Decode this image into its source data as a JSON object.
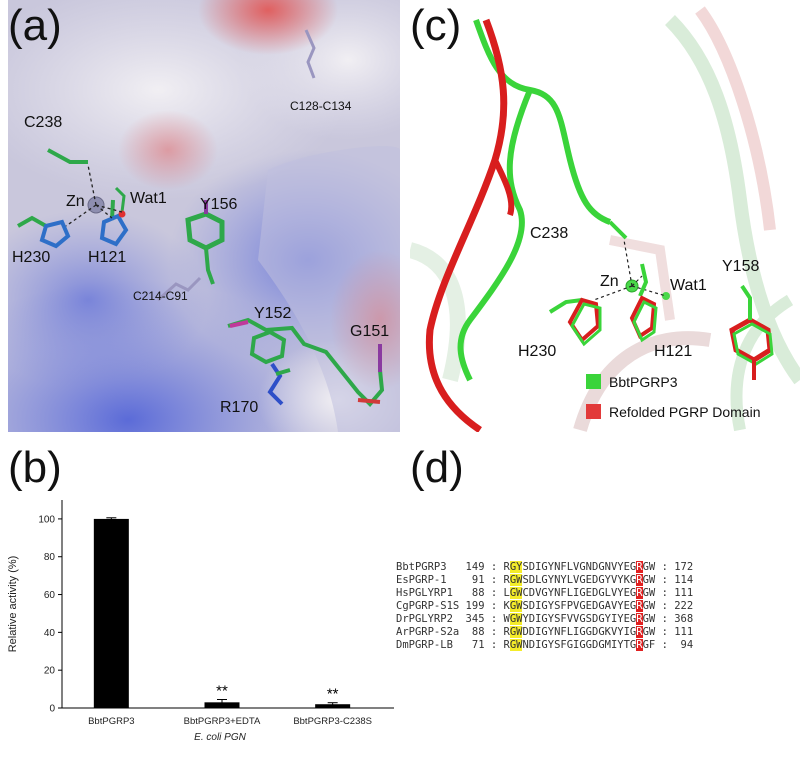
{
  "panels": {
    "a": {
      "letter": "(a)",
      "labels": {
        "c238": "C238",
        "zn": "Zn",
        "wat1": "Wat1",
        "y156": "Y156",
        "h230": "H230",
        "h121": "H121",
        "c128": "C128-C134",
        "c214": "C214-C91",
        "y152": "Y152",
        "g151": "G151",
        "r170": "R170"
      }
    },
    "b": {
      "letter": "(b)"
    },
    "c": {
      "letter": "(c)",
      "labels": {
        "c238": "C238",
        "zn": "Zn",
        "wat1": "Wat1",
        "y158": "Y158",
        "h230": "H230",
        "h121": "H121"
      },
      "legend": [
        {
          "label": "BbtPGRP3",
          "color": "#3ad43a"
        },
        {
          "label": "Refolded PGRP Domain",
          "color": "#e23a3a"
        }
      ]
    },
    "d": {
      "letter": "(d)"
    }
  },
  "chart_data": {
    "type": "bar",
    "categories": [
      "BbtPGRP3",
      "BbtPGRP3+EDTA",
      "BbtPGRP3-C238S"
    ],
    "values": [
      100,
      3,
      2
    ],
    "errors": [
      0.6,
      1.5,
      0.8
    ],
    "annotations": [
      "",
      "**",
      "**"
    ],
    "xlabel": "E. coli PGN",
    "ylabel": "Relative activity (%)",
    "ylim": [
      0,
      110
    ],
    "yticks": [
      0,
      20,
      40,
      60,
      80,
      100
    ],
    "bar_color": "#000000"
  },
  "alignment": [
    {
      "name": "BbtPGRP3",
      "start": "149",
      "pre": "R",
      "hl": "GY",
      "mid": "SDIGYNFLVGNDGNVYEG",
      "red": "R",
      "post": "GW",
      "end": "172"
    },
    {
      "name": "EsPGRP-1",
      "start": "91",
      "pre": "R",
      "hl": "GW",
      "mid": "SDLGYNYLVGEDGYVYKG",
      "red": "R",
      "post": "GW",
      "end": "114"
    },
    {
      "name": "HsPGLYRP1",
      "start": "88",
      "pre": "L",
      "hl": "GW",
      "mid": "CDVGYNFLIGEDGLVYEG",
      "red": "R",
      "post": "GW",
      "end": "111"
    },
    {
      "name": "CgPGRP-S1S",
      "start": "199",
      "pre": "K",
      "hl": "GW",
      "mid": "SDIGYSFPVGEDGAVYEG",
      "red": "R",
      "post": "GW",
      "end": "222"
    },
    {
      "name": "DrPGLYRP2",
      "start": "345",
      "pre": "W",
      "hl": "GW",
      "mid": "YDIGYSFVVGSDGYIYEG",
      "red": "R",
      "post": "GW",
      "end": "368"
    },
    {
      "name": "ArPGRP-S2a",
      "start": "88",
      "pre": "R",
      "hl": "GW",
      "mid": "DDIGYNFLIGGDGKVYIG",
      "red": "R",
      "post": "GW",
      "end": "111"
    },
    {
      "name": "DmPGRP-LB",
      "start": "71",
      "pre": "R",
      "hl": "GW",
      "mid": "NDIGYSFGIGGDGMIYTG",
      "red": "R",
      "post": "GF",
      "end": "94"
    }
  ]
}
